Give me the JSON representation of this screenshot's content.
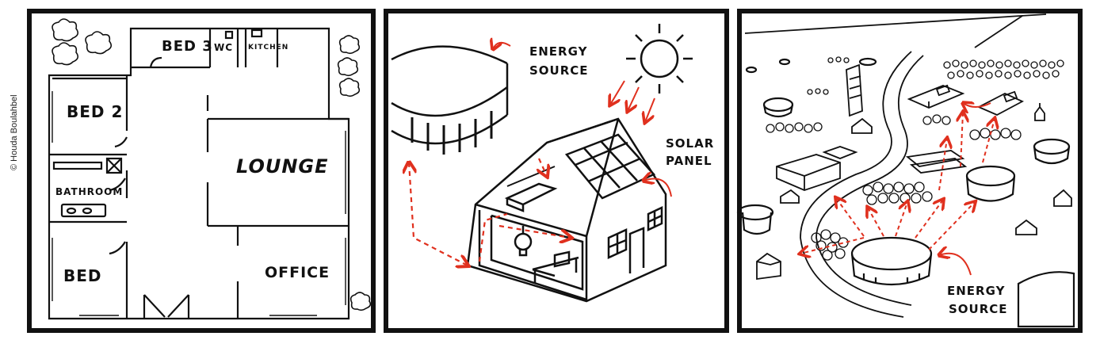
{
  "credit": "© Houda Boulahbel",
  "panel1": {
    "rooms": {
      "bed3": "BED 3",
      "wc": "WC",
      "kitchen": "KITCHEN",
      "bed2": "BED 2",
      "lounge": "LOUNGE",
      "bathroom": "BATHROOM",
      "bed": "BED",
      "office": "OFFICE"
    }
  },
  "panel2": {
    "energy_source_line1": "ENERGY",
    "energy_source_line2": "SOURCE",
    "solar_panel_line1": "SOLAR",
    "solar_panel_line2": "PANEL"
  },
  "panel3": {
    "energy_source_line1": "ENERGY",
    "energy_source_line2": "SOURCE"
  },
  "colors": {
    "ink": "#111111",
    "accent_red": "#e0301e",
    "paper": "#ffffff"
  }
}
